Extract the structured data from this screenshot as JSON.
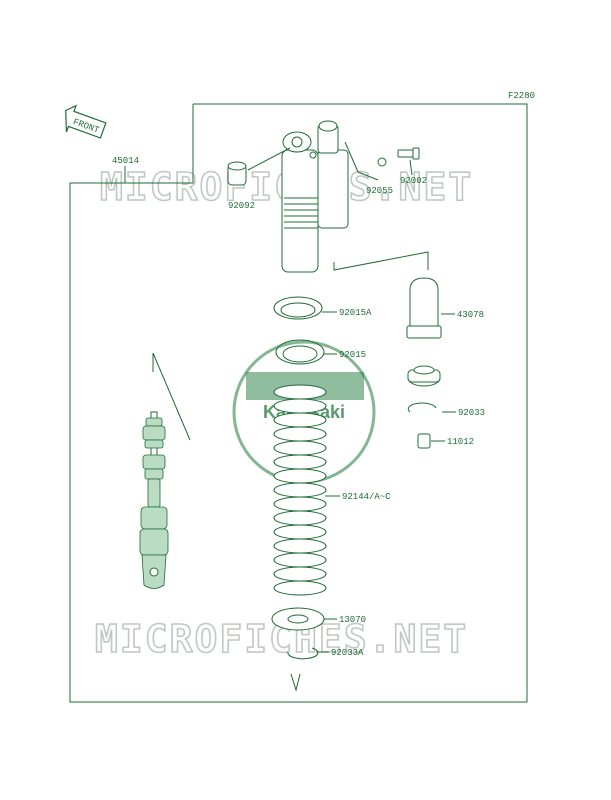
{
  "figure_code": "F2280",
  "front_label": "FRONT",
  "watermark": "MICROFICHES.NET",
  "logo": {
    "brand": "Kawasaki",
    "color": "#1f7a3a"
  },
  "colors": {
    "line": "#1f6b35",
    "fill": "#b9dcc2",
    "watermark": "#bfc8c3"
  },
  "parts": {
    "assembly": "45014",
    "bushing": "92092",
    "o_ring": "92055",
    "bolt": "92002",
    "nut_a": "92015A",
    "nut": "92015",
    "cap": "43078",
    "rubber_seat": "92033",
    "valve": "11012",
    "spring": "92144/A~C",
    "retainer": "13070",
    "circlip": "92033A"
  }
}
